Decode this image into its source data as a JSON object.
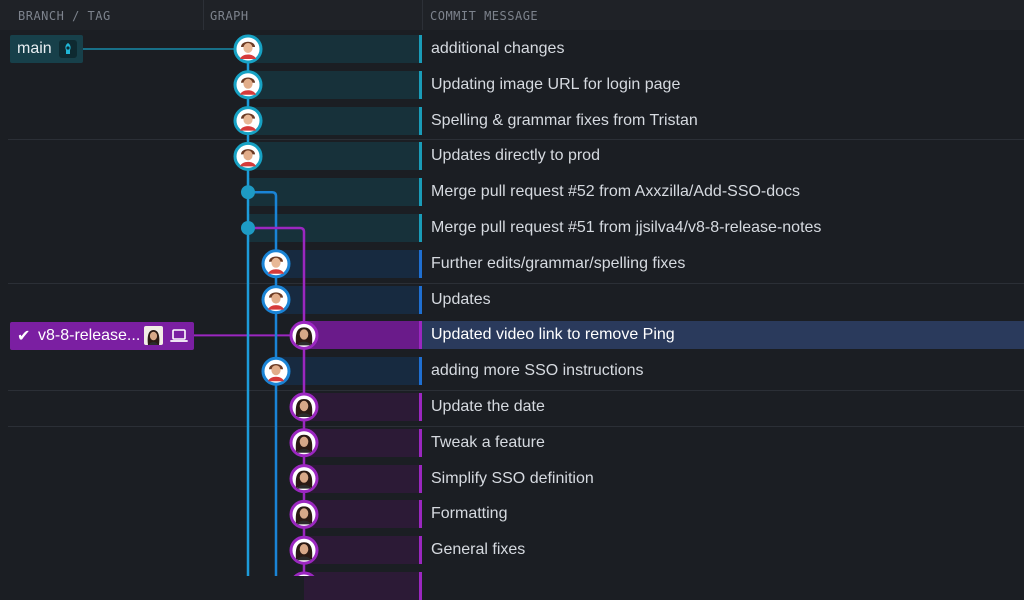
{
  "headers": {
    "branch_tag": "BRANCH / TAG",
    "graph": "GRAPH",
    "commit_message": "COMMIT MESSAGE"
  },
  "branches": {
    "main": {
      "label": "main",
      "icon": "cloud-icon"
    },
    "v8": {
      "label": "v8-8-release...",
      "icons": [
        "check-icon",
        "avatar",
        "laptop-icon"
      ]
    }
  },
  "lane_colors": {
    "lane0": "#1d9bd9",
    "lane1": "#1a84d6",
    "lane2": "#9b27c0",
    "merge": "#1e9bc4"
  },
  "commits": [
    {
      "message": "additional changes",
      "lane": 0,
      "kind": "avatar",
      "tint": "teal"
    },
    {
      "message": "Updating image URL for login page",
      "lane": 0,
      "kind": "avatar",
      "tint": "teal"
    },
    {
      "message": "Spelling & grammar fixes from Tristan",
      "lane": 0,
      "kind": "avatar",
      "tint": "teal"
    },
    {
      "message": "Updates directly to prod",
      "lane": 0,
      "kind": "avatar",
      "tint": "teal"
    },
    {
      "message": "Merge pull request #52 from Axxzilla/Add-SSO-docs",
      "lane": 0,
      "kind": "dot",
      "tint": "teal"
    },
    {
      "message": "Merge pull request #51 from jjsilva4/v8-8-release-notes",
      "lane": 0,
      "kind": "dot",
      "tint": "teal"
    },
    {
      "message": "Further edits/grammar/spelling fixes",
      "lane": 1,
      "kind": "avatar",
      "tint": "blue"
    },
    {
      "message": "Updates",
      "lane": 1,
      "kind": "avatar",
      "tint": "blue"
    },
    {
      "message": "Updated video link to remove Ping",
      "lane": 2,
      "kind": "avatar",
      "tint": "purple",
      "selected": true
    },
    {
      "message": "adding more SSO instructions",
      "lane": 1,
      "kind": "avatar",
      "tint": "blue"
    },
    {
      "message": "Update the date",
      "lane": 2,
      "kind": "avatar",
      "tint": "purple"
    },
    {
      "message": "Tweak a feature",
      "lane": 2,
      "kind": "avatar",
      "tint": "purple"
    },
    {
      "message": "Simplify SSO definition",
      "lane": 2,
      "kind": "avatar",
      "tint": "purple"
    },
    {
      "message": "Formatting",
      "lane": 2,
      "kind": "avatar",
      "tint": "purple"
    },
    {
      "message": "General fixes",
      "lane": 2,
      "kind": "avatar",
      "tint": "purple"
    },
    {
      "message": "",
      "lane": 2,
      "kind": "avatar",
      "tint": "purple"
    }
  ]
}
